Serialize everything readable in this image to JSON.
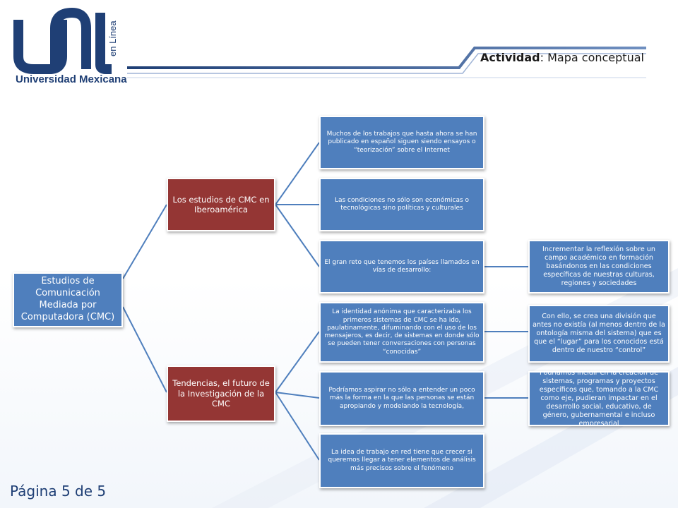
{
  "header": {
    "logo_name": "Universidad Mexicana",
    "logo_tagline": "en Línea",
    "activity_label": "Actividad",
    "activity_sep": ":",
    "activity_title": "Mapa conceptual"
  },
  "colors": {
    "blue": "#4f7fbd",
    "red": "#943634",
    "brand": "#1f3f75"
  },
  "map": {
    "root": "Estudios de Comunicación Mediada por Computadora (CMC)",
    "branch1": {
      "title": "Los estudios de CMC en Iberoamérica",
      "items": [
        "Muchos de los trabajos que hasta ahora se han publicado en español siguen siendo ensayos o “teorización” sobre el Internet",
        "Las condiciones no sólo son económicas o tecnológicas sino políticas y culturales",
        "El gran reto que tenemos los países llamados en vías de desarrollo:"
      ],
      "detail": "Incrementar la reflexión sobre un campo académico en formación basándonos en las condiciones específicas de nuestras culturas, regiones y sociedades"
    },
    "branch2": {
      "title": "Tendencias, el futuro de la Investigación de la CMC",
      "items": [
        "La identidad anónima que caracterizaba los primeros sistemas de CMC se ha ido, paulatinamente, difuminando con el uso de los mensajeros, es decir, de sistemas en donde sólo se pueden tener conversaciones con personas “conocidas”",
        "Podríamos aspirar no sólo a entender un poco más la forma en la que las personas se están apropiando y modelando la tecnología,",
        "La idea de trabajo en red tiene que crecer si queremos llegar a tener elementos de análisis más precisos sobre el fenómeno"
      ],
      "details": [
        "Con ello, se crea una división que antes no existía (al menos dentro de la ontología misma del sistema) que es que el “lugar” para los conocidos está dentro de nuestro “control”",
        "Podríamos incidir en la creación de sistemas, programas y proyectos específicos que, tomando a la CMC como eje, pudieran impactar en el desarrollo social, educativo, de género, gubernamental e incluso empresarial"
      ]
    }
  },
  "footer": {
    "page_label": "Página 5 de 5"
  }
}
